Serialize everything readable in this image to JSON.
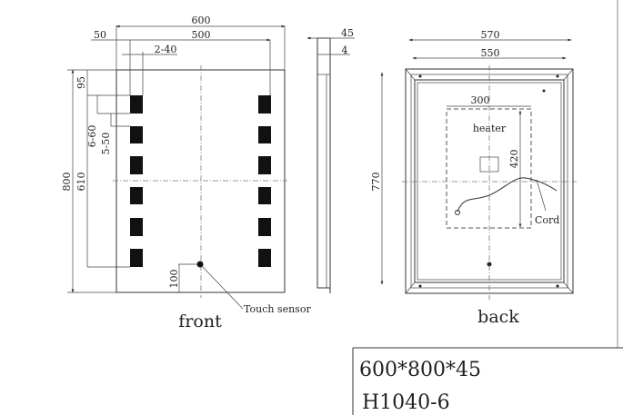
{
  "front": {
    "title": "front",
    "dims": {
      "width": "600",
      "edge": "50",
      "inner": "500",
      "light_width": "2-40",
      "height": "800",
      "top_offset": "95",
      "light_span": "610",
      "light_height": "6-60",
      "light_gap": "5-50",
      "sensor_offset": "100"
    },
    "sensor_label": "Touch sensor"
  },
  "side": {
    "dims": {
      "depth": "45",
      "glass": "4"
    }
  },
  "back": {
    "title": "back",
    "dims": {
      "outer_width": "570",
      "inner_width": "550",
      "height": "770",
      "heater_width": "300",
      "heater_height": "420"
    },
    "heater_label": "heater",
    "cord_label": "Cord"
  },
  "spec": {
    "size": "600*800*45",
    "model": "H1040-6"
  }
}
